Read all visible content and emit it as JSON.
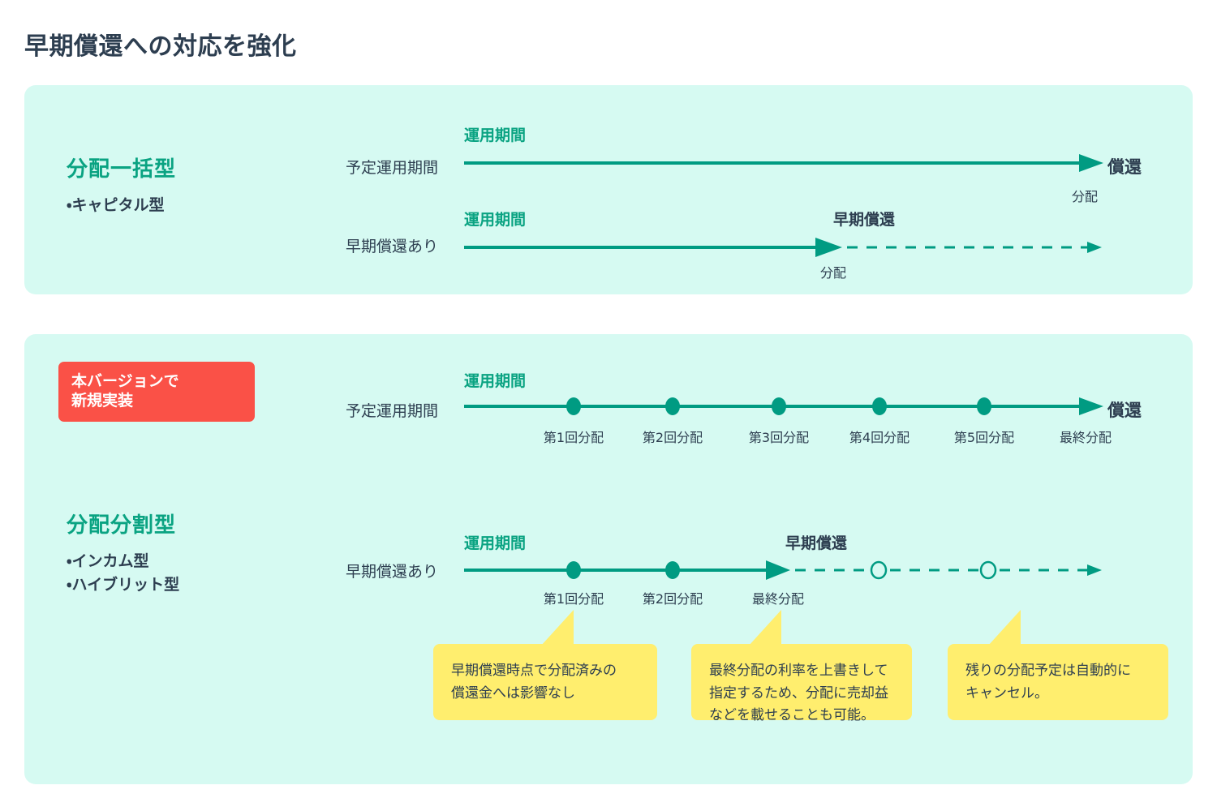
{
  "page": {
    "title": "早期償還への対応を強化",
    "background": "#ffffff",
    "panel_bg": "#d6faf2",
    "accent_green": "#0aa382",
    "line_green": "#009b82",
    "text_dark": "#2d3e50",
    "badge_red": "#fa5147",
    "tooltip_yellow": "#ffee6e"
  },
  "panels": [
    {
      "id": "capital",
      "category": {
        "title": "分配一括型",
        "items": [
          "・キャピタル型"
        ]
      },
      "rows": [
        {
          "label": "予定運用期間",
          "caption": "運用期間",
          "end_label": "償還",
          "end_sub_label": "分配",
          "style": "solid-full",
          "ticks": []
        },
        {
          "label": "早期償還あり",
          "caption": "運用期間",
          "mid_caption": "早期償還",
          "mid_sub_label": "分配",
          "style": "solid-then-dashed",
          "ticks": []
        }
      ]
    },
    {
      "id": "split",
      "badge": "本バージョンで\n新規実装",
      "category": {
        "title": "分配分割型",
        "items": [
          "・インカム型",
          "・ハイブリット型"
        ]
      },
      "rows": [
        {
          "label": "予定運用期間",
          "caption": "運用期間",
          "end_label": "償還",
          "style": "solid-full-dots",
          "ticks": [
            {
              "label": "第1回分配",
              "filled": true
            },
            {
              "label": "第2回分配",
              "filled": true
            },
            {
              "label": "第3回分配",
              "filled": true
            },
            {
              "label": "第4回分配",
              "filled": true
            },
            {
              "label": "第5回分配",
              "filled": true
            },
            {
              "label": "最終分配",
              "filled": false,
              "no_marker": true
            }
          ]
        },
        {
          "label": "早期償還あり",
          "caption": "運用期間",
          "mid_caption": "早期償還",
          "style": "solid-dots-then-dashed-hollow",
          "ticks": [
            {
              "label": "第1回分配",
              "filled": true
            },
            {
              "label": "第2回分配",
              "filled": true
            },
            {
              "label": "最終分配",
              "filled": false,
              "no_marker": true
            }
          ],
          "hollow_markers": 2
        }
      ],
      "tooltips": [
        {
          "text": "早期償還時点で分配済みの\n償還金へは影響なし"
        },
        {
          "text": "最終分配の利率を上書きして\n指定するため、分配に売却益\nなどを載せることも可能。"
        },
        {
          "text": "残りの分配予定は自動的に\nキャンセル。"
        }
      ]
    }
  ]
}
